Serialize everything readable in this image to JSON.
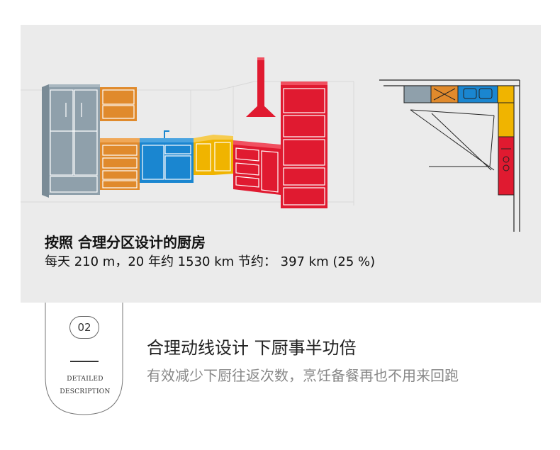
{
  "main": {
    "heading": "按照 合理分区设计的厨房",
    "subline": "每天 210 m，20 年约 1530 km 节约：  397 km (25 %)"
  },
  "feature": {
    "number": "02",
    "label_line1": "DETAILED",
    "label_line2": "DESCRIPTION",
    "title": "合理动线设计 下厨事半功倍",
    "description": "有效减少下厨往返次数，烹饪备餐再也不用来回跑"
  },
  "colors": {
    "background": "#ebebeb",
    "gray_zone": "#8fa0ab",
    "orange_zone": "#e08a2c",
    "blue_zone": "#1a86d0",
    "yellow_zone": "#f0b400",
    "red_zone": "#e01a30"
  },
  "icons": [
    "kitchen-illustration",
    "floor-plan-diagram"
  ]
}
